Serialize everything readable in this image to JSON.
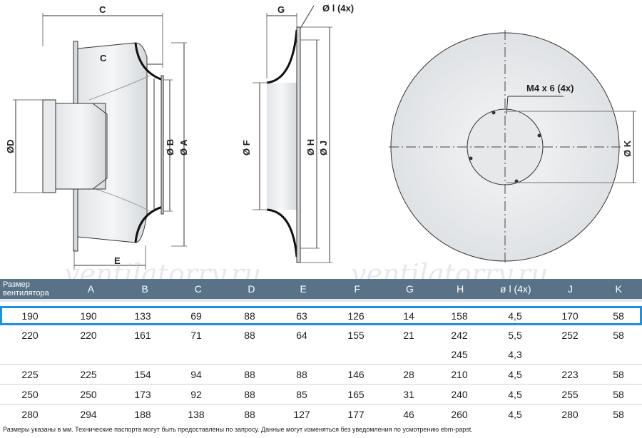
{
  "labels": {
    "c_top": "C",
    "c_mid": "C",
    "e": "E",
    "d": "ØD",
    "b": "Ø B",
    "a": "Ø A",
    "g": "G",
    "l": "Ø l (4x)",
    "f": "Ø F",
    "h": "Ø H",
    "j": "Ø J",
    "m4": "M4 x 6 (4x)",
    "k": "Ø K"
  },
  "watermark": [
    "ventilatorry.ru",
    "ventilatorry.ru"
  ],
  "table": {
    "headers": [
      "Размер вентилятора",
      "A",
      "B",
      "C",
      "D",
      "E",
      "F",
      "G",
      "H",
      "ø l (4x)",
      "J",
      "K"
    ],
    "rows": [
      [
        "190",
        "190",
        "133",
        "69",
        "88",
        "63",
        "126",
        "14",
        "158",
        "4,5",
        "170",
        "58"
      ],
      [
        "220",
        "220",
        "161",
        "71",
        "88",
        "64",
        "155",
        "21",
        "242",
        "5,5",
        "252",
        "58"
      ],
      [
        "",
        "",
        "",
        "",
        "",
        "",
        "",
        "",
        "245",
        "4,3",
        "",
        ""
      ],
      [
        "225",
        "225",
        "154",
        "94",
        "88",
        "88",
        "146",
        "28",
        "210",
        "4,5",
        "223",
        "58"
      ],
      [
        "250",
        "250",
        "173",
        "92",
        "88",
        "85",
        "165",
        "31",
        "240",
        "4,5",
        "255",
        "58"
      ],
      [
        "280",
        "294",
        "188",
        "138",
        "88",
        "127",
        "177",
        "46",
        "260",
        "4,5",
        "280",
        "58"
      ]
    ]
  },
  "note": "Размеры указаны в мм. Технические паспорта могут быть предоставлены по запросу. Данные могут изменяться без уведомления по усмотрению ebm-papst.",
  "colors": {
    "header_bg": "#5a7288",
    "highlight": "#1e90e0"
  }
}
